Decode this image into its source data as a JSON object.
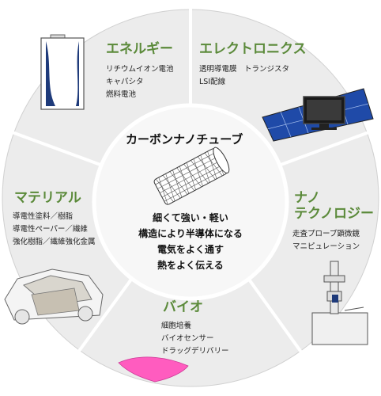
{
  "center": {
    "title": "カーボンナノチューブ",
    "properties": [
      "細くて強い・軽い",
      "構造により半導体になる",
      "電気をよく通す",
      "熱をよく伝える"
    ]
  },
  "segments": {
    "energy": {
      "title": "エネルギー",
      "items": [
        "リチウムイオン電池",
        "キャパシタ",
        "燃料電池"
      ]
    },
    "electronics": {
      "title": "エレクトロニクス",
      "items": [
        "透明導電膜　トランジスタ",
        "LSI配線"
      ]
    },
    "nanotech": {
      "title_lines": [
        "ナノ",
        "テクノロジー"
      ],
      "items": [
        "走査プローブ顕微鏡",
        "マニピュレーション"
      ]
    },
    "bio": {
      "title": "バイオ",
      "items": [
        "細胞培養",
        "バイオセンサー",
        "ドラッグデリバリー"
      ]
    },
    "material": {
      "title": "マテリアル",
      "items": [
        "導電性塗料／樹脂",
        "導電性ペーパー／繊維",
        "強化樹脂／繊維強化金属"
      ]
    }
  },
  "colors": {
    "accent": "#5b8a3a",
    "ring": "#e8e8e8",
    "divider": "#ffffff"
  }
}
